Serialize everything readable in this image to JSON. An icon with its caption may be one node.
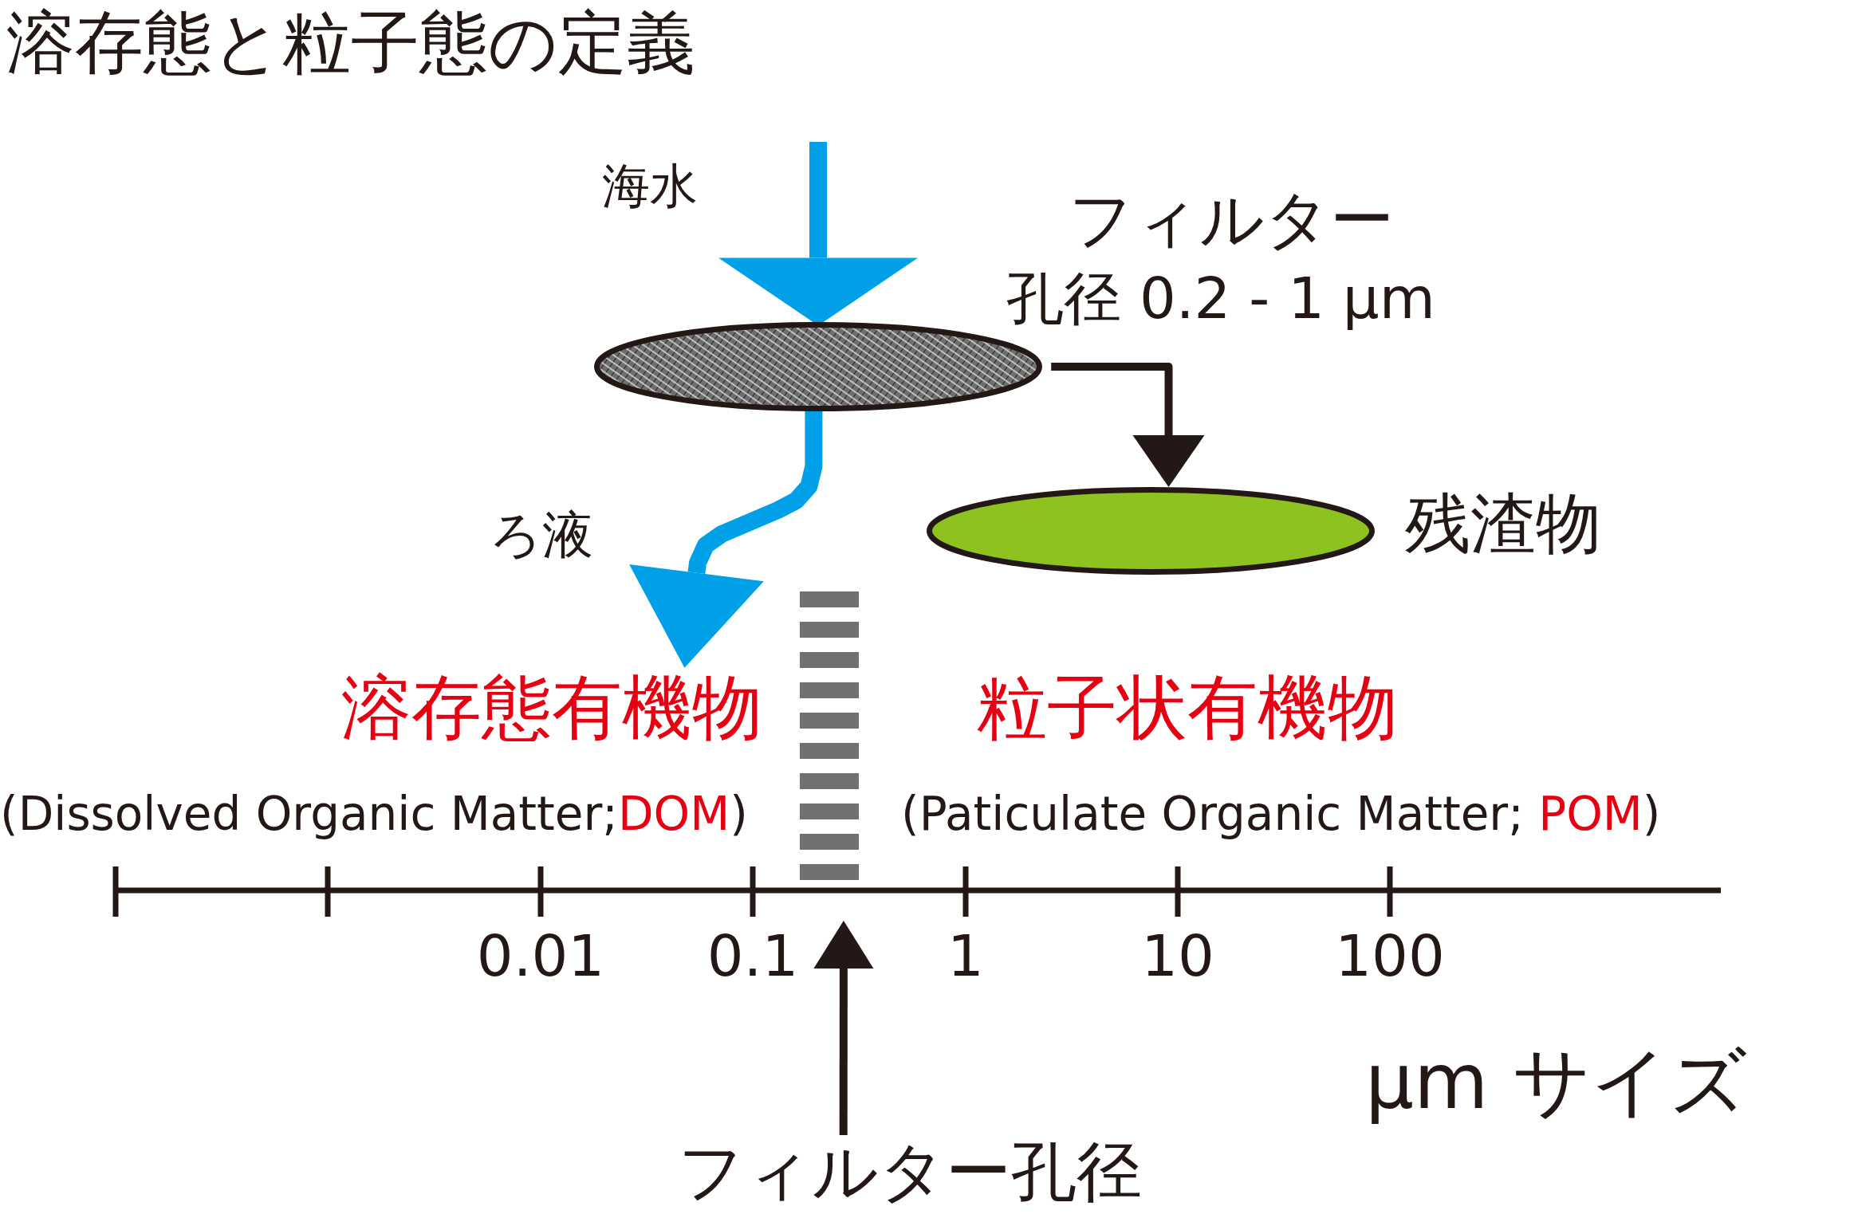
{
  "diagram": {
    "title": "溶存態と粒子態の定義",
    "nodes": [
      {
        "text": [],
        "shape": "ellipse",
        "beside": [
          "フィルター",
          "孔径 0.2 - 1 μm"
        ]
      },
      {
        "text": [],
        "shape": "ellipse",
        "beside": [
          "残渣物"
        ]
      },
      {
        "text": [
          "溶存態有機物",
          "(Dissolved Organic Matter;DOM)"
        ]
      },
      {
        "text": [
          "粒子状有機物",
          "(Paticulate Organic Matter; POM)"
        ]
      },
      {
        "text": [
          "フィルター孔径"
        ]
      }
    ],
    "edges": [
      {
        "from": null,
        "to": 0,
        "arrow": "to",
        "label": "海水",
        "style": "thick",
        "color": "#00a0e9"
      },
      {
        "from": 0,
        "to": 2,
        "arrow": "to",
        "label": "ろ液",
        "style": "thick",
        "color": "#00a0e9"
      },
      {
        "from": 0,
        "to": 1,
        "arrow": "to",
        "color": "#231815"
      },
      {
        "from": 4,
        "to": null,
        "arrow": "to",
        "color": "#231815"
      }
    ],
    "labels": [
      "0.01",
      "0.1",
      "1",
      "10",
      "100",
      "μm サイズ"
    ]
  }
}
